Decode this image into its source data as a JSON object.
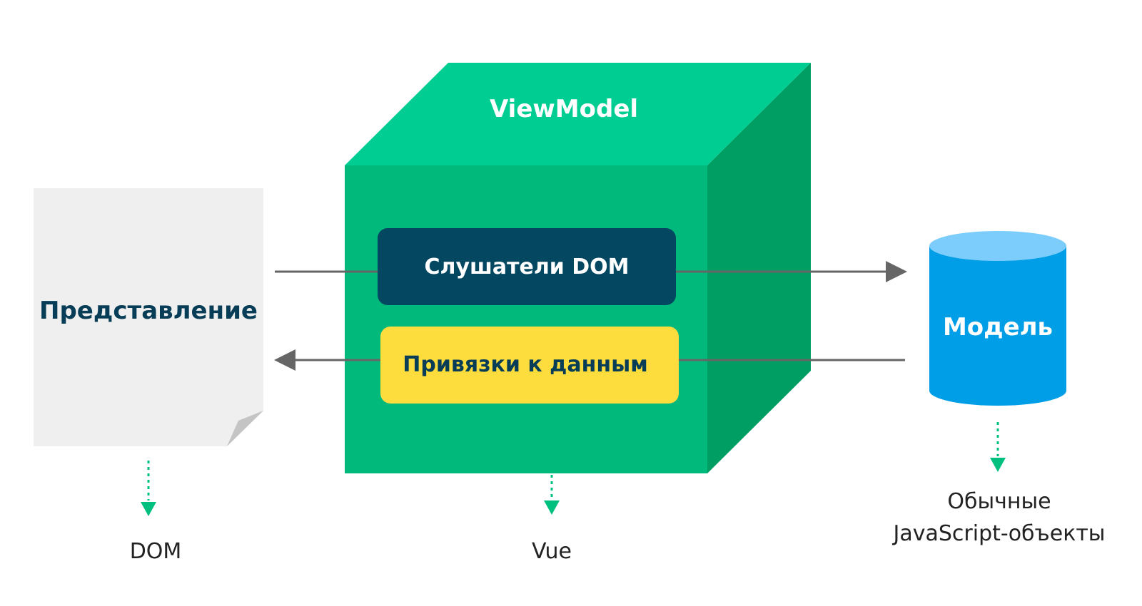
{
  "viewmodel": {
    "title": "ViewModel",
    "caption": "Vue"
  },
  "view": {
    "title": "Представление",
    "caption": "DOM"
  },
  "model": {
    "title": "Модель",
    "caption_line1": "Обычные",
    "caption_line2": "JavaScript-объекты"
  },
  "listeners": {
    "label": "Слушатели DOM"
  },
  "bindings": {
    "label": "Привязки к данным"
  },
  "colors": {
    "cube_front": "#00b97b",
    "cube_top": "#00cd92",
    "cube_side": "#009e63",
    "listeners_bg": "#034761",
    "bindings_bg": "#fddc3e",
    "view_paper": "#efefef",
    "view_fold": "#c4c4c4",
    "cylinder_body": "#009ee6",
    "cylinder_top": "#7ccdfb",
    "arrow": "#666666",
    "dotted_arrow": "#00c07f",
    "dark_text": "#083d57",
    "caption_text": "#222222"
  },
  "icons": {
    "view_shape": "folded-paper-icon",
    "model_shape": "database-cylinder-icon"
  }
}
